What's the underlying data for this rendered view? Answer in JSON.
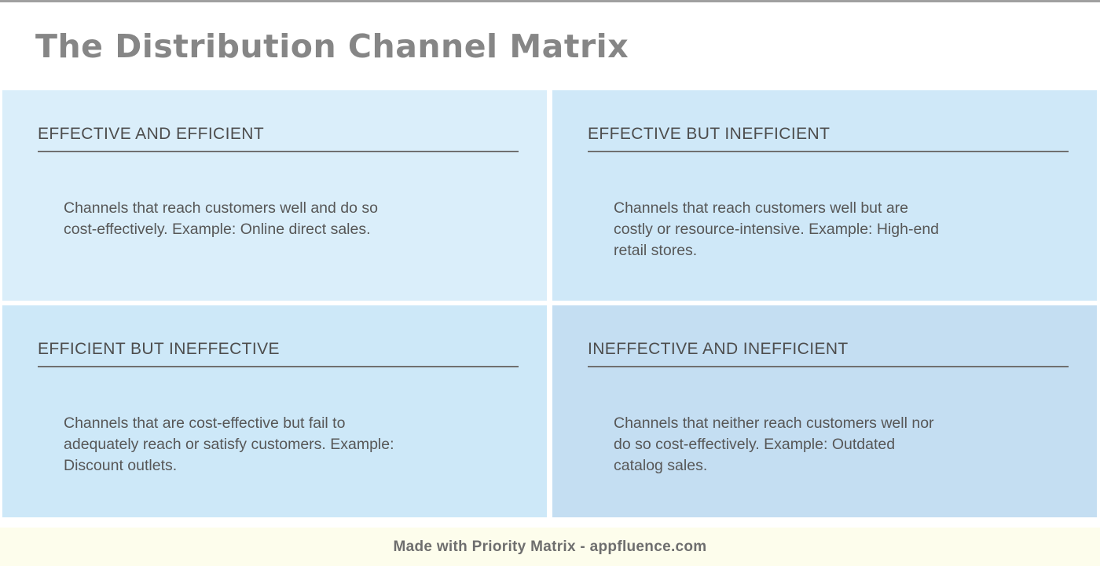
{
  "page": {
    "title": "The Distribution Channel Matrix",
    "footer_credit": "Made with Priority Matrix - appfluence.com"
  },
  "colors": {
    "quadrant_top_left_bg": "#daeefa",
    "quadrant_top_right_bg": "#cfe8f8",
    "quadrant_bottom_left_bg": "#cde8f8",
    "quadrant_bottom_right_bg": "#c4def2",
    "footer_bg": "#fdfdec",
    "title_text": "#868686",
    "quadrant_title_text": "#4d4d4d",
    "body_text": "#575757",
    "top_border": "#a0a0a0"
  },
  "quadrants": [
    {
      "title": "EFFECTIVE AND EFFICIENT",
      "description": "Channels that reach customers well and do so\ncost-effectively. Example: Online direct sales."
    },
    {
      "title": "EFFECTIVE BUT INEFFICIENT",
      "description": "Channels that reach customers well but are\ncostly or resource-intensive. Example: High-end\nretail stores."
    },
    {
      "title": "EFFICIENT BUT INEFFECTIVE",
      "description": "Channels that are cost-effective but fail to\nadequately reach or satisfy customers. Example:\nDiscount outlets."
    },
    {
      "title": "INEFFECTIVE AND INEFFICIENT",
      "description": "Channels that neither reach customers well nor\ndo so cost-effectively. Example: Outdated\ncatalog sales."
    }
  ]
}
